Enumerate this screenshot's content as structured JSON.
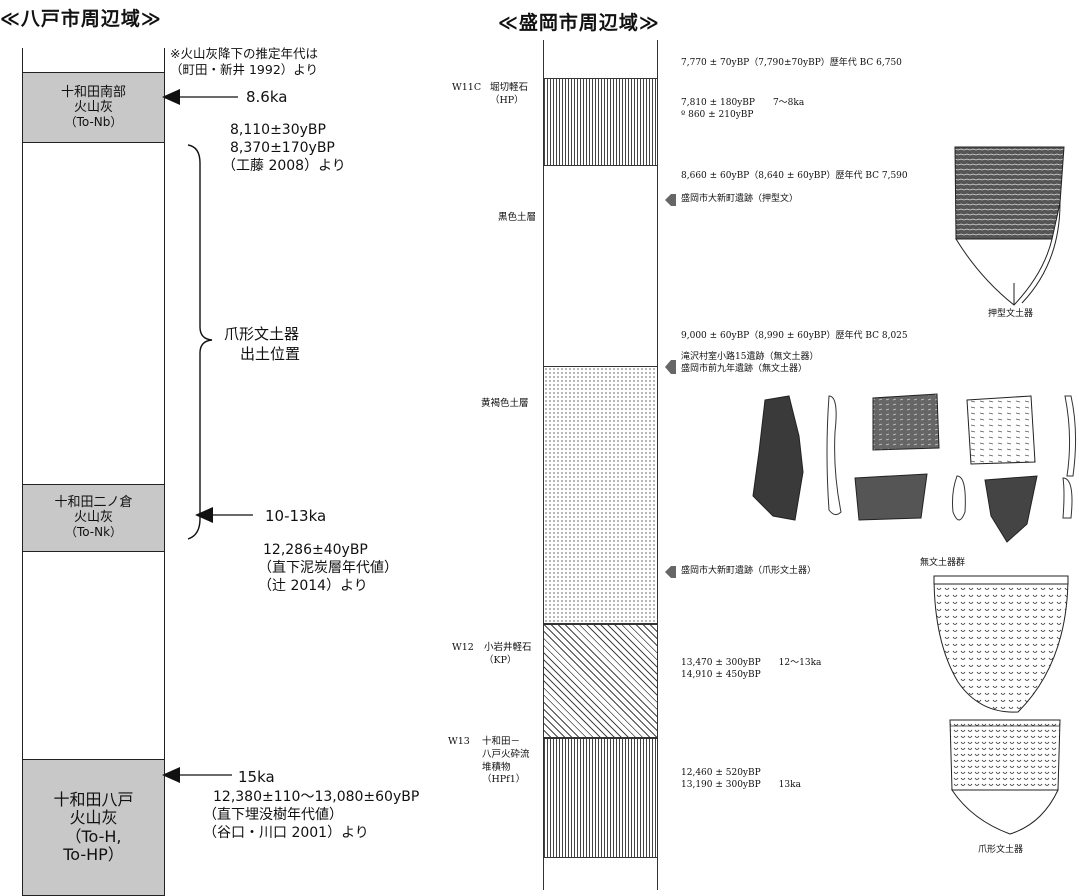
{
  "titles": {
    "hachinohe": "≪八戸市周辺域≫",
    "morioka": "≪盛岡市周辺域≫"
  },
  "hachinohe": {
    "note": [
      "※火山灰降下の推定年代は",
      "（町田・新井 1992）より"
    ],
    "layers": [
      {
        "lines": [
          "十和田南部",
          "火山灰",
          "（To-Nb）"
        ]
      },
      {
        "lines": [
          "十和田二ノ倉",
          "火山灰",
          "（To-Nk）"
        ]
      },
      {
        "lines": [
          "十和田八戸",
          "火山灰",
          "（To-H,",
          "To-HP）"
        ]
      }
    ],
    "markers": [
      {
        "age": "8.6ka",
        "notes": [
          "8,110±30yBP",
          "8,370±170yBP",
          "（工藤 2008）より"
        ]
      },
      {
        "age": "10-13ka",
        "notes": [
          "12,286±40yBP",
          "（直下泥炭層年代値）",
          "（辻 2014）より"
        ]
      },
      {
        "age": "15ka",
        "notes": [
          "12,380±110～13,080±60yBP",
          "（直下埋没樹年代値）",
          "（谷口・川口 2001）より"
        ]
      }
    ],
    "brace_label": [
      "爪形文土器",
      "出土位置"
    ]
  },
  "morioka": {
    "left_labels": [
      {
        "code": "W11C",
        "name": [
          "堀切軽石",
          "（HP）"
        ]
      },
      {
        "code": "",
        "name": [
          "黒色土層"
        ]
      },
      {
        "code": "",
        "name": [
          "黄褐色土層"
        ]
      },
      {
        "code": "W12",
        "name": [
          "小岩井軽石",
          "（KP）"
        ]
      },
      {
        "code": "W13",
        "name": [
          "十和田－",
          "八戸火砕流",
          "堆積物",
          "（HPf1）"
        ]
      }
    ],
    "dates": [
      [
        "7,770 ± 70yBP（7,790±70yBP）歴年代 BC 6,750"
      ],
      [
        "7,810 ± 180yBP　　7～8ka",
        "º 860 ± 210yBP"
      ],
      [
        "8,660 ± 60yBP（8,640 ± 60yBP）歴年代 BC 7,590"
      ],
      [
        "9,000 ± 60yBP（8,990 ± 60yBP）歴年代 BC 8,025"
      ],
      [
        "13,470 ± 300yBP　　12～13ka",
        "14,910 ± 450yBP"
      ],
      [
        "12,460 ± 520yBP",
        "13,190 ± 300yBP　　13ka"
      ]
    ],
    "sites": [
      [
        "盛岡市大新町遺跡（押型文）"
      ],
      [
        "滝沢村室小路15遺跡（無文土器）",
        "盛岡市前九年遺跡（無文土器）"
      ],
      [
        "盛岡市大新町遺跡（爪形文土器）"
      ]
    ],
    "pottery_captions": [
      "押型文土器",
      "無文土器群",
      "爪形文土器"
    ]
  },
  "colors": {
    "ash_band": "#c8c8c8",
    "line": "#222222",
    "arrow": "#666666"
  }
}
